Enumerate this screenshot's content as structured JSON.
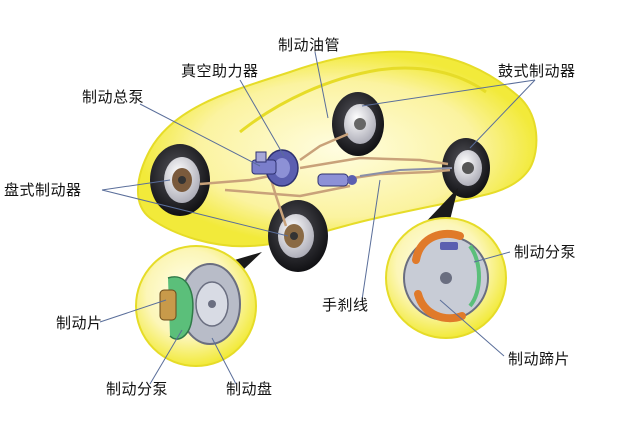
{
  "labels": {
    "brake_line": "制动油管",
    "vacuum_booster": "真空助力器",
    "drum_brake": "鼓式制动器",
    "master_cylinder": "制动总泵",
    "disc_brake": "盘式制动器",
    "wheel_cylinder_right": "制动分泵",
    "handbrake_cable": "手刹线",
    "brake_pad": "制动片",
    "brake_shoe": "制动蹄片",
    "wheel_cylinder_left": "制动分泵",
    "brake_disc": "制动盘"
  },
  "colors": {
    "car_body": "#f2ea3a",
    "car_glow": "#fbf7a8",
    "tire": "#1e1e22",
    "rim": "#e8e8ee",
    "pipe": "#c9a27a",
    "booster": "#5b5fb0",
    "shoe": "#e07a2a",
    "pad_green": "#5bbf7a",
    "leader": "#5a6e9a"
  }
}
